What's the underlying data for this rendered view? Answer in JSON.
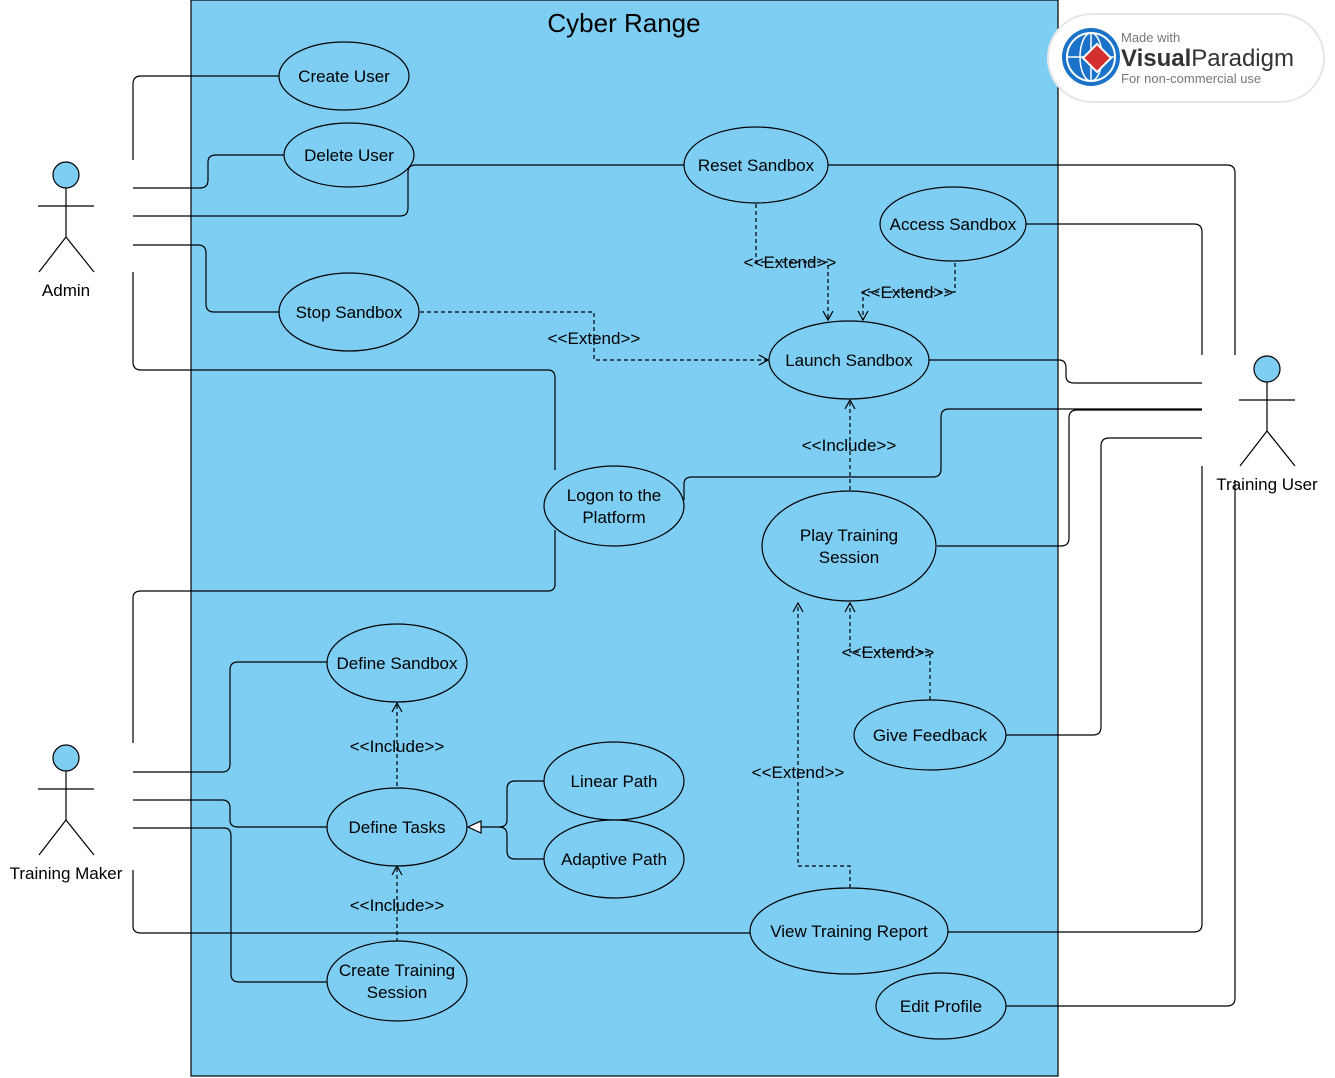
{
  "title": "Cyber Range",
  "watermark": {
    "line1": "Made with",
    "line2a": "Visual",
    "line2b": "Paradigm",
    "line3": "For non-commercial use"
  },
  "actors": {
    "admin": "Admin",
    "training_user": "Training User",
    "training_maker": "Training Maker"
  },
  "use_cases": {
    "create_user": "Create User",
    "delete_user": "Delete User",
    "reset_sandbox": "Reset Sandbox",
    "access_sandbox": "Access Sandbox",
    "stop_sandbox": "Stop Sandbox",
    "launch_sandbox": "Launch Sandbox",
    "logon_1": "Logon to the",
    "logon_2": "Platform",
    "play_1": "Play Training",
    "play_2": "Session",
    "define_sandbox": "Define Sandbox",
    "give_feedback": "Give Feedback",
    "linear_path": "Linear Path",
    "define_tasks": "Define Tasks",
    "adaptive_path": "Adaptive Path",
    "view_report": "View Training Report",
    "create_ts_1": "Create Training",
    "create_ts_2": "Session",
    "edit_profile": "Edit Profile"
  },
  "relations": {
    "extend": "<<Extend>>",
    "include": "<<Include>>"
  }
}
